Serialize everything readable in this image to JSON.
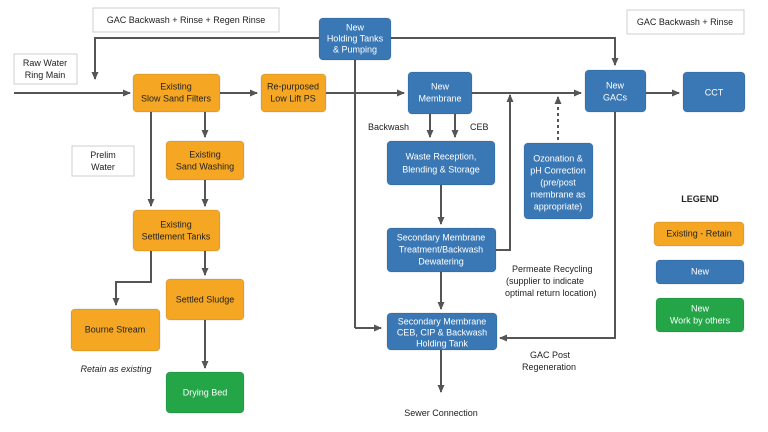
{
  "colors": {
    "existing": "#f5a623",
    "new": "#3a78b5",
    "new_by_others": "#23a548",
    "arrow": "#555555",
    "text_light": "#ffffff",
    "text_dark": "#222222"
  },
  "nodes": {
    "slow_sand": [
      "Existing",
      "Slow Sand Filters"
    ],
    "relift": [
      "Re-purposed",
      "Low Lift PS"
    ],
    "sand_washing": [
      "Existing",
      "Sand Washing"
    ],
    "settlement": [
      "Existing",
      "Settlement Tanks"
    ],
    "settled_sludge": [
      "Settled Sludge"
    ],
    "bourne": [
      "Bourne Stream"
    ],
    "drying_bed": [
      "Drying Bed"
    ],
    "holding": [
      "New",
      "Holding Tanks",
      "& Pumping"
    ],
    "membrane": [
      "New",
      "Membrane"
    ],
    "gacs": [
      "New",
      "GACs"
    ],
    "cct": [
      "CCT"
    ],
    "waste": [
      "Waste Reception,",
      "Blending & Storage"
    ],
    "ozonation": [
      "Ozonation &",
      "pH Correction",
      "(pre/post",
      "membrane as",
      "appropriate)"
    ],
    "sec_treat": [
      "Secondary Membrane",
      "Treatment/Backwash",
      "Dewatering"
    ],
    "sec_ceb": [
      "Secondary Membrane",
      "CEB, CIP & Backwash",
      "Holding Tank"
    ]
  },
  "notes": {
    "gac_backwash_regen": "GAC Backwash + Rinse + Regen Rinse",
    "gac_backwash": "GAC Backwash + Rinse",
    "raw_water": [
      "Raw Water",
      "Ring Main"
    ],
    "prelim_water": [
      "Prelim",
      "Water"
    ]
  },
  "labels": {
    "backwash": "Backwash",
    "ceb": "CEB",
    "permeate": [
      "Permeate Recycling",
      "(supplier to indicate",
      "optimal return location)"
    ],
    "gac_post": [
      "GAC Post",
      "Regeneration"
    ],
    "sewer": "Sewer Connection",
    "retain": "Retain as existing"
  },
  "legend": {
    "title": "LEGEND",
    "existing": [
      "Existing - Retain"
    ],
    "new": [
      "New"
    ],
    "new_by_others": [
      "New",
      "Work by others"
    ]
  }
}
